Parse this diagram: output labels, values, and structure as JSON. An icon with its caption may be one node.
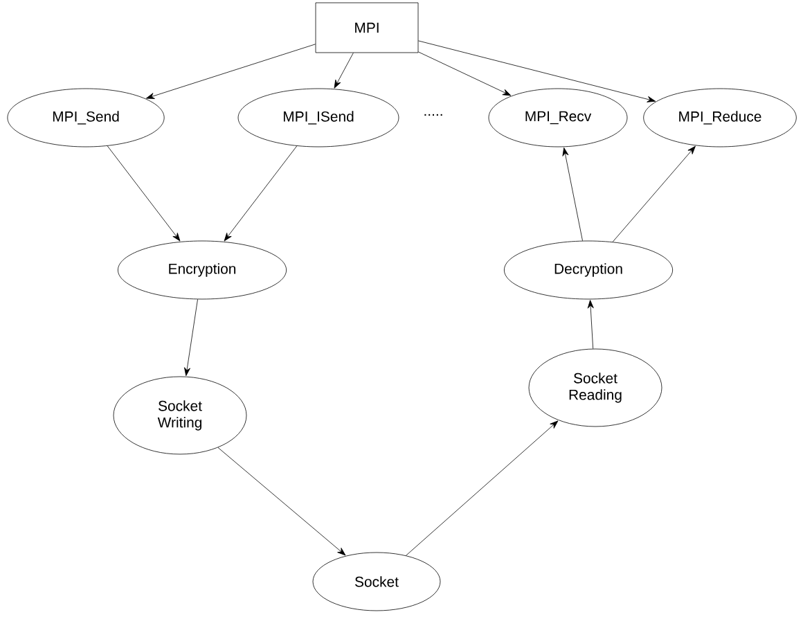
{
  "diagram": {
    "nodes": [
      {
        "text": [
          "MPI"
        ]
      },
      {
        "text": [
          "MPI_Send"
        ]
      },
      {
        "text": [
          "MPI_ISend"
        ]
      },
      {
        "text": [
          "MPI_Recv"
        ]
      },
      {
        "text": [
          "MPI_Reduce"
        ]
      },
      {
        "text": [
          "Encryption"
        ]
      },
      {
        "text": [
          "Decryption"
        ]
      },
      {
        "text": [
          "Socket Writing"
        ]
      },
      {
        "text": [
          "Socket Reading"
        ]
      },
      {
        "text": [
          "Socket"
        ]
      }
    ],
    "edges": [
      {
        "from": 0,
        "to": 1,
        "arrow": "to"
      },
      {
        "from": 0,
        "to": 2,
        "arrow": "to"
      },
      {
        "from": 0,
        "to": 3,
        "arrow": "to"
      },
      {
        "from": 0,
        "to": 4,
        "arrow": "to"
      },
      {
        "from": 1,
        "to": 5,
        "arrow": "to"
      },
      {
        "from": 2,
        "to": 5,
        "arrow": "to"
      },
      {
        "from": 5,
        "to": 7,
        "arrow": "to"
      },
      {
        "from": 7,
        "to": 9,
        "arrow": "to"
      },
      {
        "from": 9,
        "to": 8,
        "arrow": "to"
      },
      {
        "from": 8,
        "to": 6,
        "arrow": "to"
      },
      {
        "from": 6,
        "to": 3,
        "arrow": "to"
      },
      {
        "from": 6,
        "to": 4,
        "arrow": "to"
      }
    ],
    "labels": [
      "....."
    ]
  }
}
